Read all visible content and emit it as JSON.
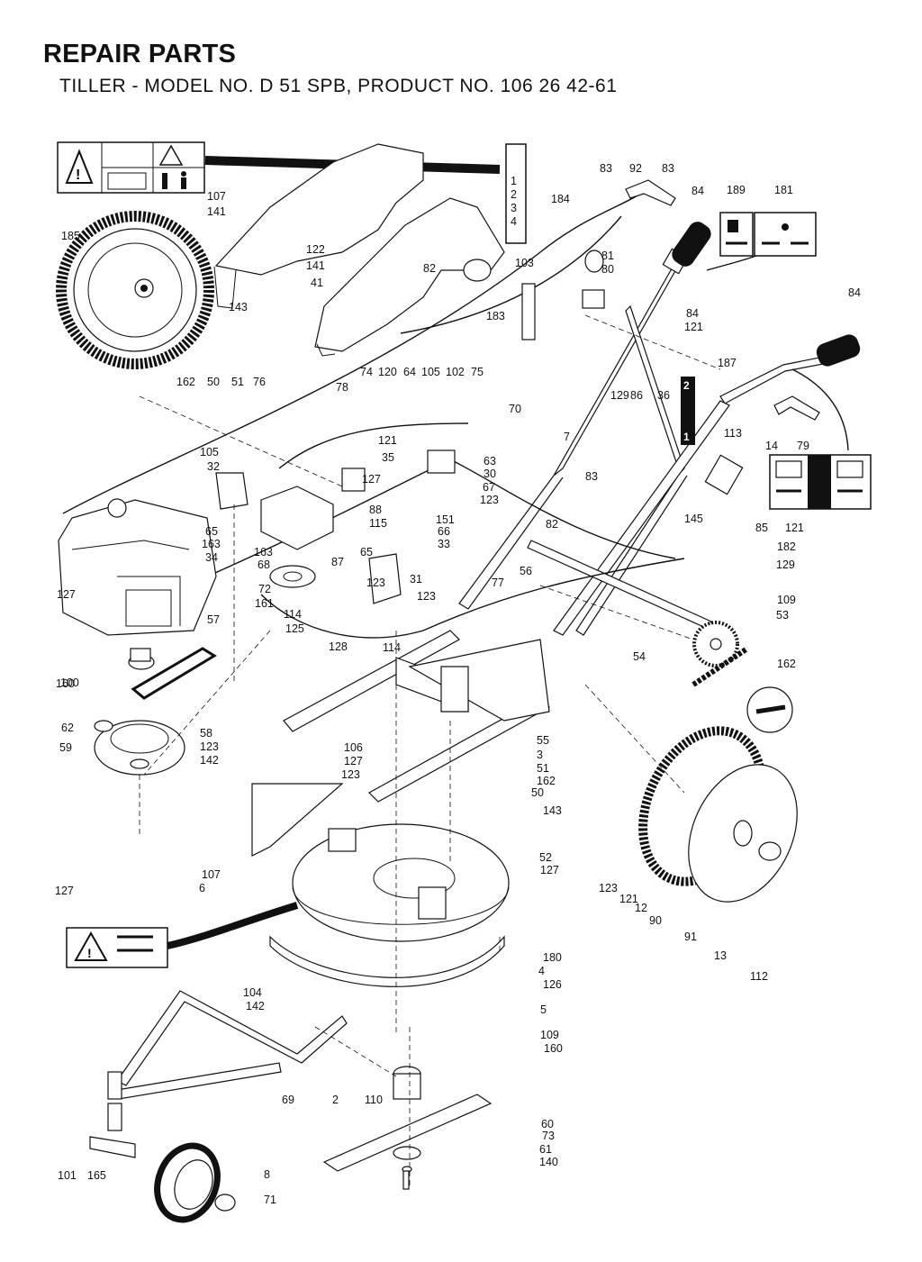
{
  "header": {
    "title": "REPAIR PARTS",
    "subtitle": "TILLER - MODEL NO. D 51 SPB, PRODUCT NO. 106 26 42-61"
  },
  "decal_184_steps": [
    "1",
    "2",
    "3",
    "4"
  ],
  "decal_187_steps": [
    "2",
    "1"
  ],
  "part_labels": [
    "185",
    "107",
    "141",
    "122",
    "141",
    "41",
    "143",
    "162",
    "50",
    "51",
    "76",
    "82",
    "103",
    "183",
    "81",
    "80",
    "83",
    "92",
    "83",
    "184",
    "84",
    "189",
    "181",
    "84",
    "84",
    "121",
    "187",
    "74",
    "120",
    "64",
    "105",
    "102",
    "75",
    "78",
    "121",
    "105",
    "32",
    "35",
    "127",
    "63",
    "30",
    "65",
    "163",
    "88",
    "115",
    "67",
    "123",
    "151",
    "66",
    "33",
    "34",
    "163",
    "68",
    "65",
    "87",
    "123",
    "31",
    "123",
    "72",
    "161",
    "114",
    "125",
    "128",
    "114",
    "127",
    "57",
    "160",
    "100",
    "62",
    "59",
    "58",
    "123",
    "142",
    "106",
    "127",
    "123",
    "107",
    "6",
    "127",
    "180",
    "4",
    "126",
    "5",
    "104",
    "142",
    "69",
    "2",
    "110",
    "109",
    "160",
    "60",
    "73",
    "61",
    "140",
    "101",
    "165",
    "8",
    "71",
    "70",
    "7",
    "129",
    "86",
    "36",
    "113",
    "14",
    "79",
    "83",
    "145",
    "85",
    "121",
    "182",
    "129",
    "82",
    "56",
    "77",
    "109",
    "53",
    "54",
    "162",
    "55",
    "3",
    "51",
    "162",
    "50",
    "143",
    "52",
    "127",
    "123",
    "121",
    "12",
    "90",
    "91",
    "13",
    "112",
    "70"
  ]
}
